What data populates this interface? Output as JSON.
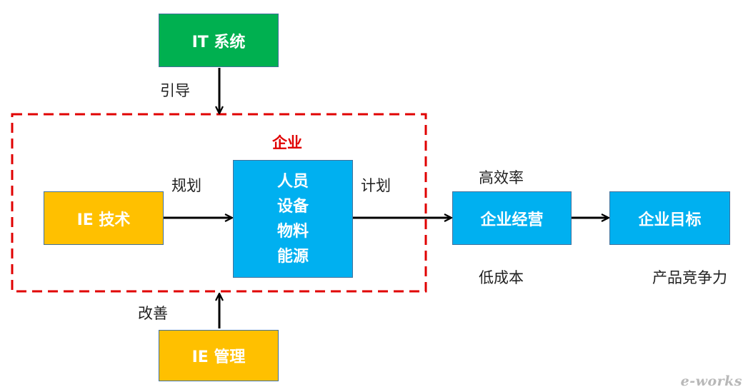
{
  "colors": {
    "green": "#00b050",
    "yellow": "#ffc000",
    "blue": "#00b0f0",
    "dashed_border": "#e00000",
    "title_red": "#e00000",
    "arrow": "#000000"
  },
  "nodes": {
    "it_system": "IT 系统",
    "ie_technology": "IE 技术",
    "ie_management": "IE 管理",
    "resources": [
      "人员",
      "设备",
      "物料",
      "能源"
    ],
    "business_operation": "企业经营",
    "business_goal": "企业目标"
  },
  "enterprise_title": "企业",
  "edge_labels": {
    "guide": "引导",
    "planning": "规划",
    "plan": "计划",
    "improve": "改善",
    "high_efficiency": "高效率",
    "low_cost": "低成本",
    "competitiveness": "产品竞争力"
  },
  "watermark": "e-works"
}
